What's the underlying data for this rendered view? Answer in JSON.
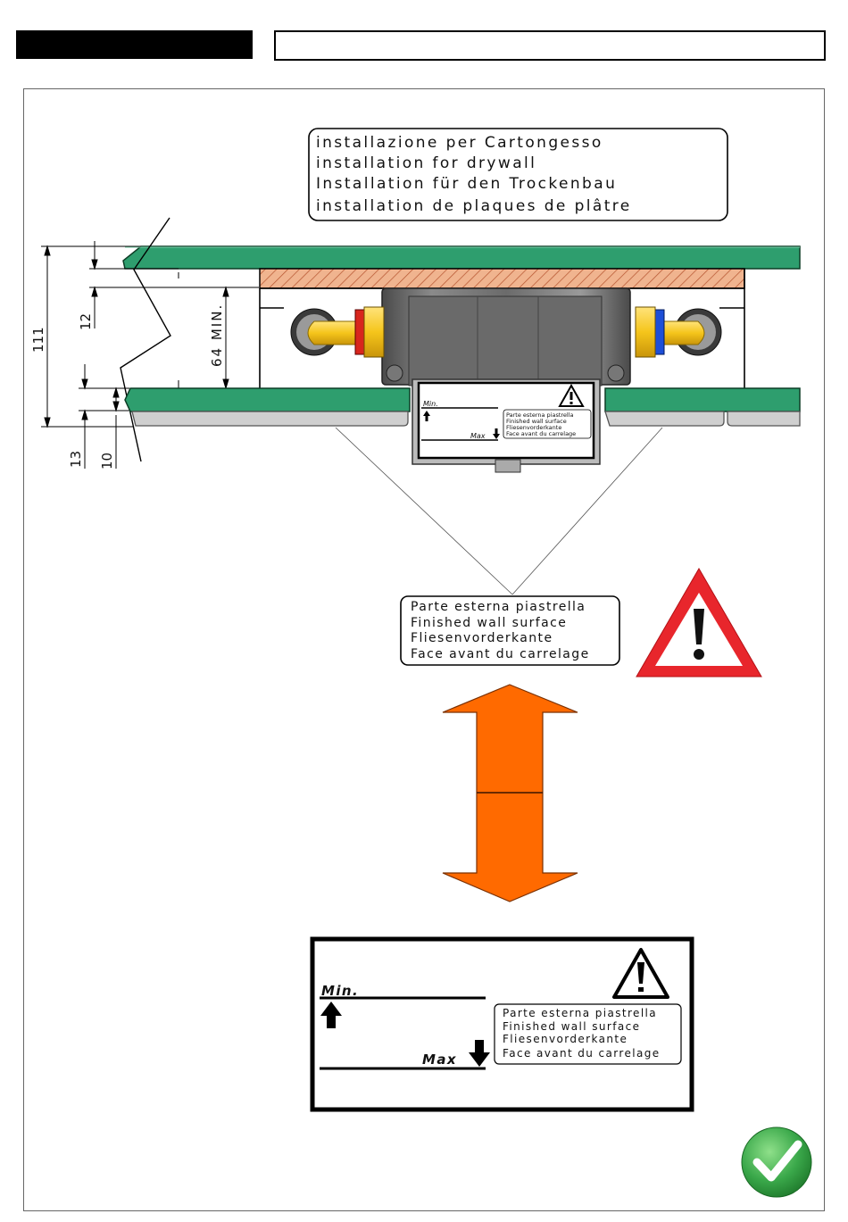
{
  "title_box": {
    "lines": [
      "installazione per  Cartongesso",
      "installation for drywall",
      "Installation für den Trockenbau",
      "installation de plaques de plâtre"
    ]
  },
  "dimensions": {
    "total": "111",
    "top": "12",
    "min_depth": "64 MIN.",
    "bottom_a": "13",
    "bottom_b": "10"
  },
  "surface_label": {
    "lines": [
      "Parte esterna piastrella",
      "Finished wall surface",
      "Fliesenvorderkante",
      "Face avant du carrelage"
    ]
  },
  "gauge": {
    "min_label": "Min.",
    "max_label": "Max"
  },
  "icons": {
    "warning": "warning-triangle-icon",
    "check": "check-mark-icon",
    "arrow": "double-arrow-icon"
  },
  "colors": {
    "panel_green": "#2e9e6e",
    "tile_grey": "#cfcfcf",
    "wood_orange": "#e8a27a",
    "pipe_yellow": "#f5c51b",
    "arrow_orange": "#ff6a00",
    "warning_red": "#e8262c",
    "check_green": "#3aa84a"
  }
}
